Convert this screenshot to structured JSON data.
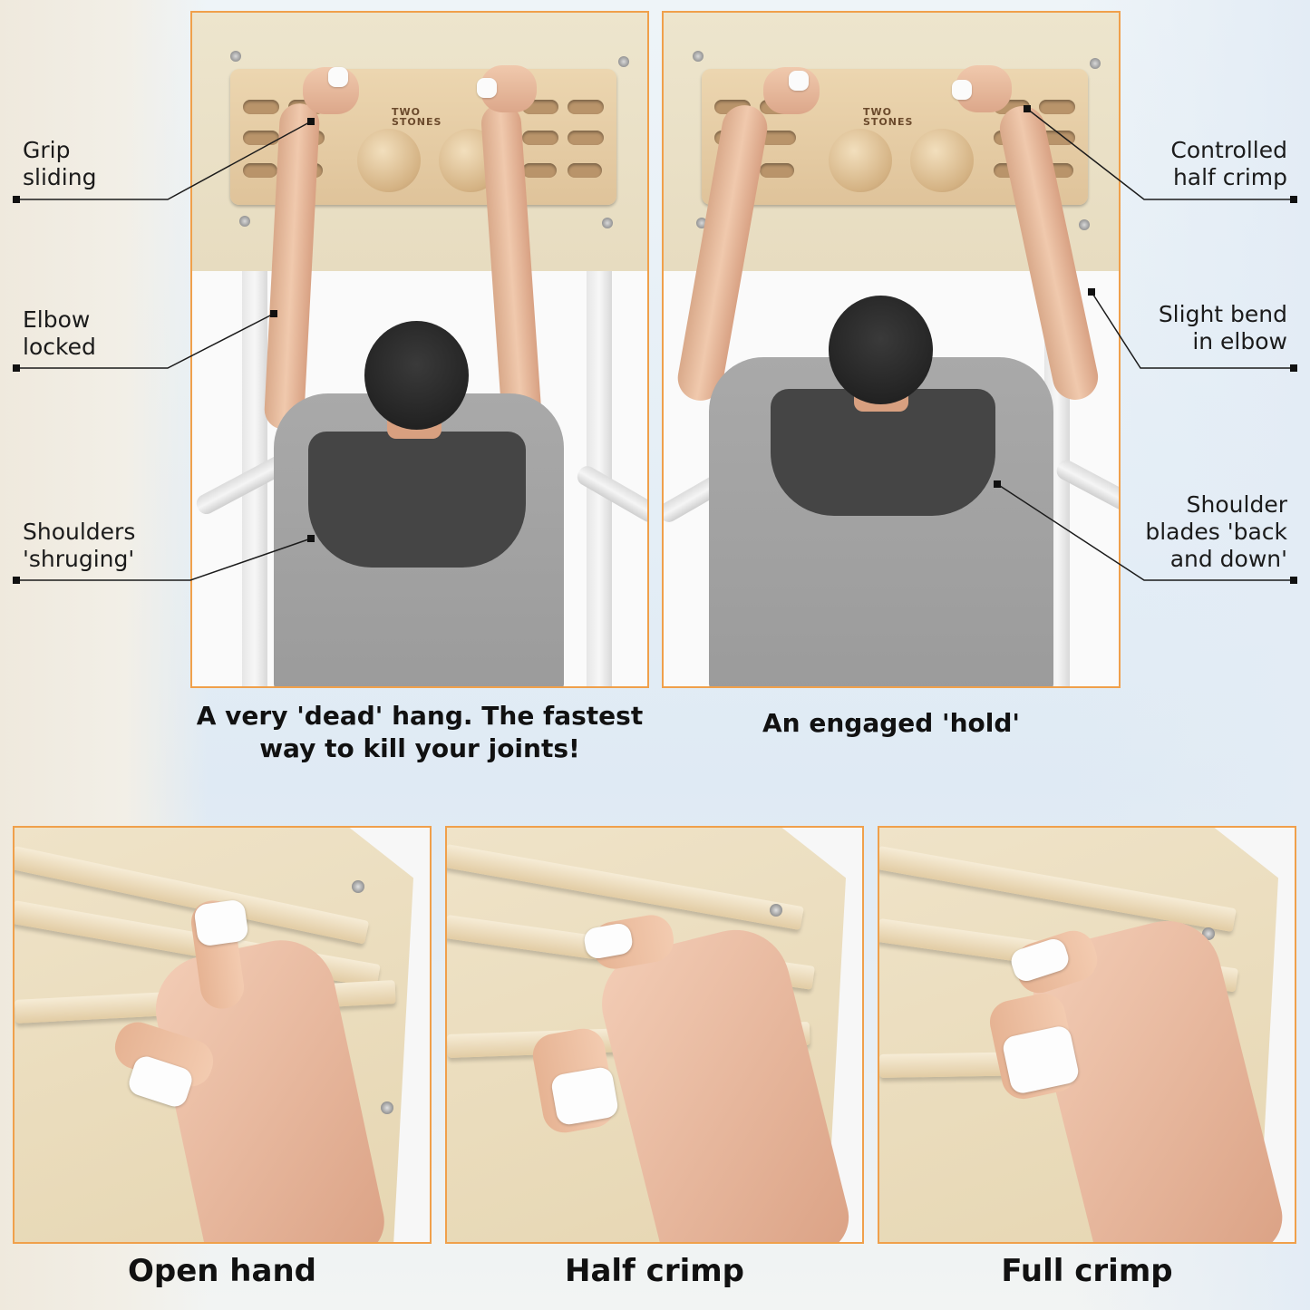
{
  "callouts": {
    "grip_sliding": "Grip\nsliding",
    "elbow_locked": "Elbow\nlocked",
    "shoulders_shruging": "Shoulders\n'shruging'",
    "controlled_half_crimp": "Controlled\nhalf crimp",
    "slight_bend": "Slight bend\nin elbow",
    "shoulder_blades": "Shoulder\nblades 'back\nand down'"
  },
  "brand": "TWO\nSTONES",
  "captions": {
    "dead_hang": "A very 'dead' hang. The fastest way to kill your joints!",
    "engaged_hold": "An engaged 'hold'",
    "open_hand": "Open hand",
    "half_crimp": "Half crimp",
    "full_crimp": "Full crimp"
  },
  "colors": {
    "frame_border": "#f0a04b",
    "callout_line": "#1b1b1b"
  }
}
